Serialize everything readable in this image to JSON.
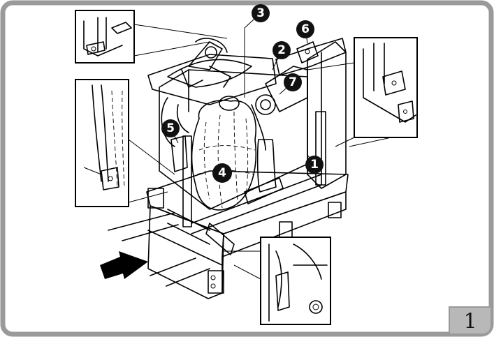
{
  "figure": {
    "number": "1"
  },
  "callouts": [
    {
      "id": "c1",
      "label": "1"
    },
    {
      "id": "c2",
      "label": "2"
    },
    {
      "id": "c3",
      "label": "3"
    },
    {
      "id": "c4",
      "label": "4"
    },
    {
      "id": "c5",
      "label": "5"
    },
    {
      "id": "c6",
      "label": "6"
    },
    {
      "id": "c7",
      "label": "7"
    }
  ],
  "colors": {
    "frame": "#9a9a9a",
    "tab": "#b8b8b8",
    "ink": "#000000"
  }
}
